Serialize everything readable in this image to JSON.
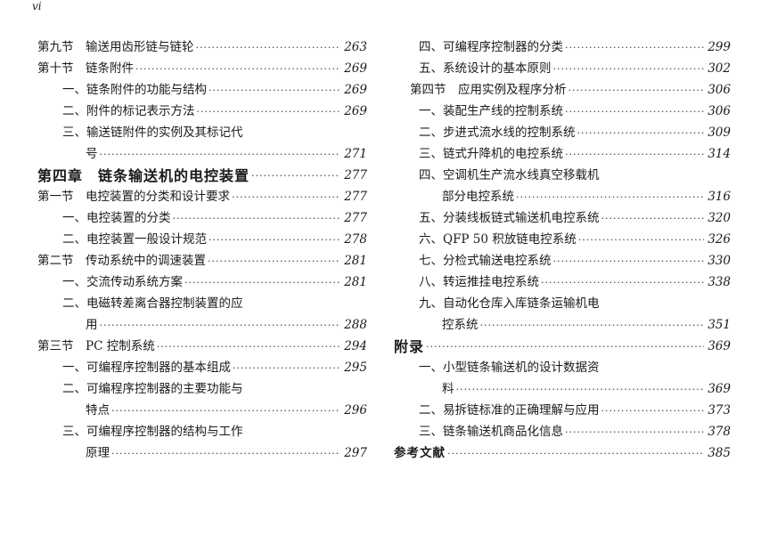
{
  "page": {
    "number": "vi"
  },
  "toc": {
    "left": [
      {
        "title": "第九节　输送用齿形链与链轮",
        "page": "263",
        "level": "section"
      },
      {
        "title": "第十节　链条附件",
        "page": "269",
        "level": "section"
      },
      {
        "title": "一、链条附件的功能与结构",
        "page": "269",
        "level": "item"
      },
      {
        "title": "二、附件的标记表示方法",
        "page": "269",
        "level": "item"
      },
      {
        "title": "三、输送链附件的实例及其标记代",
        "page": "",
        "level": "item"
      },
      {
        "title": "号",
        "page": "271",
        "level": "cont"
      },
      {
        "title": "第四章　链条输送机的电控装置",
        "page": "277",
        "level": "chapter"
      },
      {
        "title": "第一节　电控装置的分类和设计要求",
        "page": "277",
        "level": "section"
      },
      {
        "title": "一、电控装置的分类",
        "page": "277",
        "level": "item"
      },
      {
        "title": "二、电控装置一般设计规范",
        "page": "278",
        "level": "item"
      },
      {
        "title": "第二节　传动系统中的调速装置",
        "page": "281",
        "level": "section"
      },
      {
        "title": "一、交流传动系统方案",
        "page": "281",
        "level": "item"
      },
      {
        "title": "二、电磁转差离合器控制装置的应",
        "page": "",
        "level": "item"
      },
      {
        "title": "用",
        "page": "288",
        "level": "cont"
      },
      {
        "title": "第三节　PC 控制系统",
        "page": "294",
        "level": "section"
      },
      {
        "title": "一、可编程序控制器的基本组成",
        "page": "295",
        "level": "item"
      },
      {
        "title": "二、可编程序控制器的主要功能与",
        "page": "",
        "level": "item"
      },
      {
        "title": "特点",
        "page": "296",
        "level": "cont"
      },
      {
        "title": "三、可编程序控制器的结构与工作",
        "page": "",
        "level": "item"
      },
      {
        "title": "原理",
        "page": "297",
        "level": "cont"
      }
    ],
    "right": [
      {
        "title": "四、可编程序控制器的分类",
        "page": "299",
        "level": "item"
      },
      {
        "title": "五、系统设计的基本原则",
        "page": "302",
        "level": "item"
      },
      {
        "title": "第四节　应用实例及程序分析",
        "page": "306",
        "level": "section"
      },
      {
        "title": "一、装配生产线的控制系统",
        "page": "306",
        "level": "item"
      },
      {
        "title": "二、步进式流水线的控制系统",
        "page": "309",
        "level": "item"
      },
      {
        "title": "三、链式升降机的电控系统",
        "page": "314",
        "level": "item"
      },
      {
        "title": "四、空调机生产流水线真空移载机",
        "page": "",
        "level": "item"
      },
      {
        "title": "部分电控系统",
        "page": "316",
        "level": "cont"
      },
      {
        "title": "五、分装线板链式输送机电控系统",
        "page": "320",
        "level": "item"
      },
      {
        "title": "六、QFP 50 积放链电控系统",
        "page": "326",
        "level": "item"
      },
      {
        "title": "七、分检式输送电控系统",
        "page": "330",
        "level": "item"
      },
      {
        "title": "八、转运推挂电控系统",
        "page": "338",
        "level": "item"
      },
      {
        "title": "九、自动化仓库入库链条运输机电",
        "page": "",
        "level": "item"
      },
      {
        "title": "控系统",
        "page": "351",
        "level": "cont"
      },
      {
        "title": "附录",
        "page": "369",
        "level": "chapter"
      },
      {
        "title": "一、小型链条输送机的设计数据资",
        "page": "",
        "level": "item"
      },
      {
        "title": "料",
        "page": "369",
        "level": "cont"
      },
      {
        "title": "二、易拆链标准的正确理解与应用",
        "page": "373",
        "level": "item"
      },
      {
        "title": "三、链条输送机商品化信息",
        "page": "378",
        "level": "item"
      },
      {
        "title": "参考文献",
        "page": "385",
        "level": "chapter-small"
      }
    ]
  }
}
